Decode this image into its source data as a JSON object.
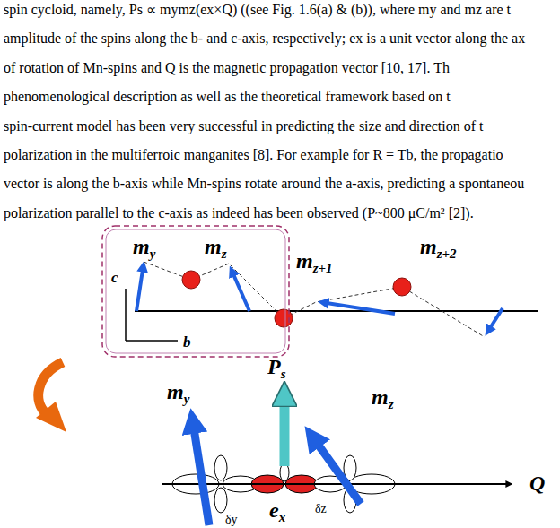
{
  "diagram": {
    "nodes": [
      {
        "text": [
          "my",
          "mz",
          "c",
          "b"
        ]
      }
    ],
    "labels": [
      "spin cycloid, namely, Ps ∝ mymz(ex×Q) ((see Fig. 1.6(a) & (b)), where my and mz are t",
      "amplitude of the spins along the b- and c-axis, respectively; ex is a unit vector along the ax",
      "of rotation of Mn-spins and Q is the magnetic propagation vector [10, 17]. Th",
      "phenomenological description as well as the theoretical framework based on t",
      "spin-current model has been very successful in predicting the size and direction of t",
      "polarization in the multiferroic manganites [8]. For example for R = Tb, the propagatio",
      "vector is along the b-axis while Mn-spins rotate around the a-axis, predicting a spontaneou",
      "polarization parallel to the c-axis as indeed has been observed (P~800 μC/m² [2]).",
      "mz+1",
      "mz+2",
      "Ps",
      "my",
      "mz",
      "Q",
      "δy",
      "δz",
      "ex"
    ]
  }
}
